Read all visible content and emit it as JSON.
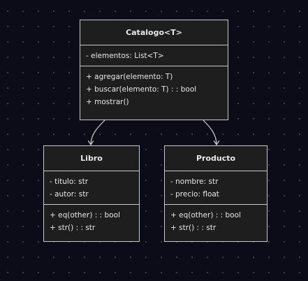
{
  "classes": {
    "catalogo": {
      "name": "Catalogo<T>",
      "attributes": [
        "- elementos: List<T>"
      ],
      "methods": [
        "+ agregar(elemento: T)",
        "+ buscar(elemento: T) : : bool",
        "+ mostrar()"
      ]
    },
    "libro": {
      "name": "Libro",
      "attributes": [
        "- titulo: str",
        "- autor: str"
      ],
      "methods": [
        "+ eq(other) : : bool",
        "+ str() : : str"
      ]
    },
    "producto": {
      "name": "Producto",
      "attributes": [
        "- nombre: str",
        "- precio: float"
      ],
      "methods": [
        "+ eq(other) : : bool",
        "+ str() : : str"
      ]
    }
  },
  "relations": [
    {
      "from": "catalogo",
      "to": "libro"
    },
    {
      "from": "catalogo",
      "to": "producto"
    }
  ],
  "colors": {
    "background": "#0c0c18",
    "box_fill": "#1e1e1e",
    "box_border": "#c9c9c9",
    "text": "#e8e8e8",
    "edge": "#d0d0d0"
  }
}
